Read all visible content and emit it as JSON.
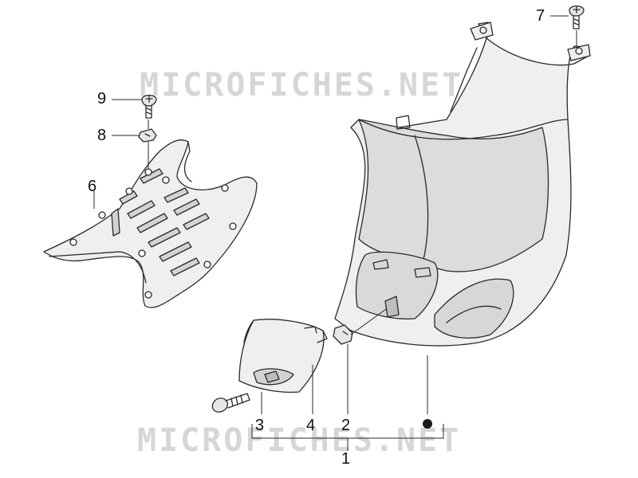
{
  "watermark": {
    "top_text": "MICROFICHES.NET",
    "bottom_text": "MICROFICHES.NET"
  },
  "callouts": {
    "c1": "1",
    "c2": "2",
    "c3": "3",
    "c4": "4",
    "c6": "6",
    "c7": "7",
    "c8": "8",
    "c9": "9"
  },
  "colors": {
    "part_fill": "#efefef",
    "part_shade": "#dadada",
    "outline": "#2a2a2a",
    "watermark": "#d6d6d6"
  }
}
